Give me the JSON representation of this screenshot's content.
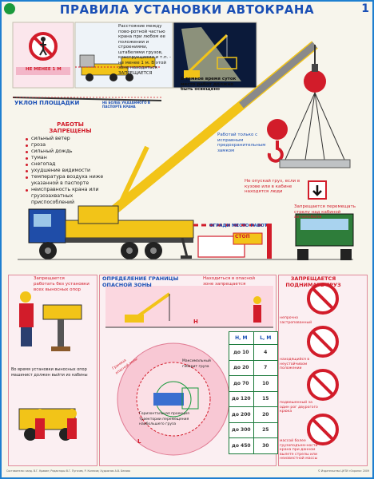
{
  "header": {
    "title": "ПРАВИЛА УСТАНОВКИ АВТОКРАНА",
    "page_number": "1"
  },
  "top": {
    "min_distance": "НЕ МЕНЕЕ 1 М",
    "spacing_note": "Расстояние между пово-ротной частью крана при любом ее положении и строениями, штабелями грузов, конструкциями и т.п. - не менее 1 м. В этой зоне находиться ЗАПРЕЩАЕТСЯ",
    "dark_note": "В темное время суток место работ должно быть освещено",
    "slope_label": "УКЛОН ПЛОЩАДКИ",
    "slope_note": "НЕ БОЛЕЕ УКАЗАННОГО В ПАСПОРТЕ КРАНА"
  },
  "forbidden": {
    "heading": "РАБОТЫ ЗАПРЕЩЕНЫ",
    "items": [
      "сильный ветер",
      "гроза",
      "сильный дождь",
      "туман",
      "снегопад",
      "ухудшение видимости",
      "температура воздуха ниже указанной в паспорте",
      "неисправность крана или грузозахватных приспособлений"
    ]
  },
  "right_notes": {
    "hook_note": "Работай только с исправным предохранительным замком",
    "load_note": "Не опускай груз, если в кузове или в кабине находятся люди",
    "move_note": "Запрещается перемещать стрелу над кабиной автомобиля"
  },
  "fence": {
    "sign": "ОГРАДИ МЕСТО РАБОТ",
    "stop": "СТОП"
  },
  "bottom_left": {
    "note1_title": "Запрещается",
    "note1": "работать без установки всех выносных опор",
    "note2": "Во время установки выносных опор машинист должен выйти из кабины"
  },
  "danger_zone": {
    "heading": "ОПРЕДЕЛЕНИЕ ГРАНИЦЫ ОПАСНОЙ ЗОНЫ",
    "inside_note": "Находиться в опасной зоне запрещается",
    "ring_label": "Граница опасной зоны",
    "max_contour": "Максимальный габарит груза",
    "trajectory": "Горизонтальная проекция траектории перемещения наибольшего груза",
    "h_symbol": "H",
    "l_symbol": "L",
    "table": {
      "headers": [
        "Н, М",
        "L, М"
      ],
      "rows": [
        [
          "до 10",
          "4"
        ],
        [
          "до 20",
          "7"
        ],
        [
          "до 70",
          "10"
        ],
        [
          "до 120",
          "15"
        ],
        [
          "до 200",
          "20"
        ],
        [
          "до 300",
          "25"
        ],
        [
          "до 450",
          "30"
        ]
      ]
    }
  },
  "lift_ban": {
    "heading": "ЗАПРЕЩАЕТСЯ ПОДНИМАТЬ ГРУЗ",
    "items": [
      "непрочно застропованный",
      "находящийся в неустойчивом положении",
      "подвешенный за один рог двурогого крюка",
      "массой более грузоподъем-ности крана при данном вылете стрелы или неизвестной массы"
    ]
  },
  "footer": {
    "left": "Составители: канд. В.Г. Кравин; Редакторы В.Г. Пугачев, Р. Колесов; Художник А.В. Белова",
    "right": "© Издательство ЦНТИ «Охрана» 2009"
  }
}
